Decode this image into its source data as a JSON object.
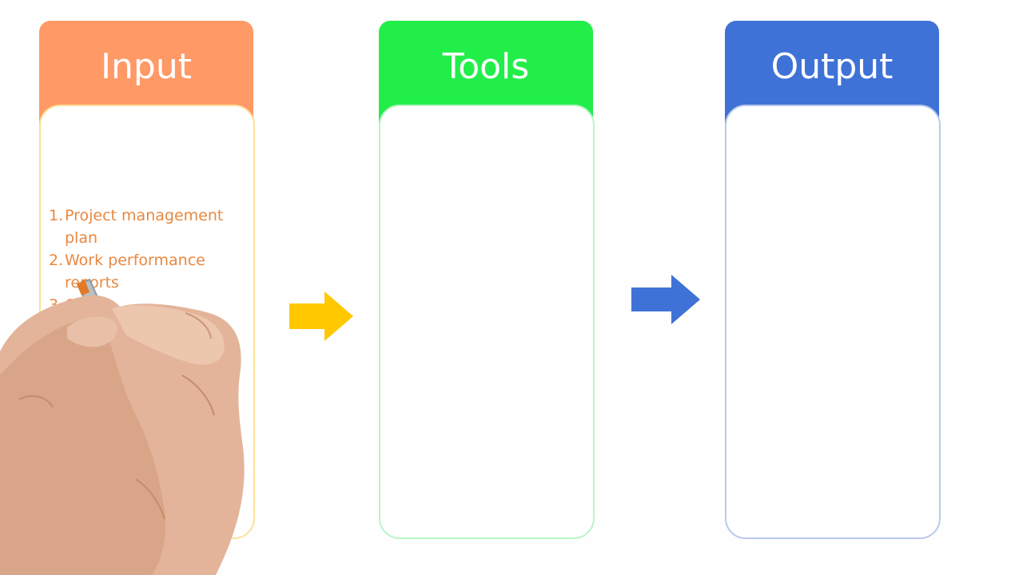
{
  "colors": {
    "input": "#ff9966",
    "tools": "#22ee4a",
    "output": "#3f72d6",
    "input_text": "#e8883e",
    "arrow_1": "#ffc800",
    "arrow_2": "#3f72d6"
  },
  "columns": [
    {
      "title": "Input",
      "items": [
        {
          "number": "1.",
          "text": "Project management plan"
        },
        {
          "number": "2.",
          "text": "Work performance reports"
        },
        {
          "number": "3.",
          "text": "O"
        }
      ]
    },
    {
      "title": "Tools",
      "items": []
    },
    {
      "title": "Output",
      "items": []
    }
  ],
  "arrows": [
    "right-arrow-icon",
    "right-arrow-icon"
  ],
  "overlay": "hand-holding-marker"
}
